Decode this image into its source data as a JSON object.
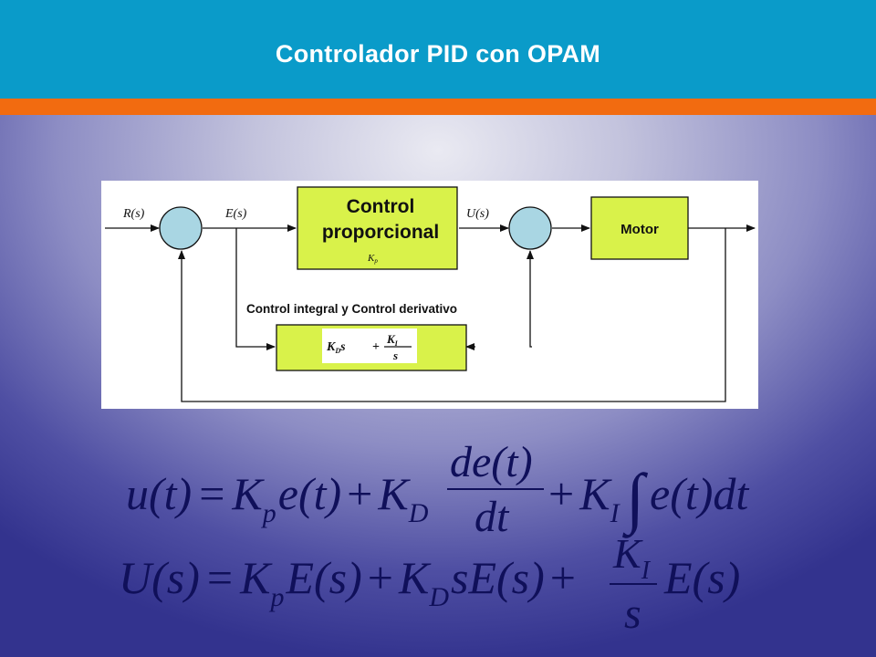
{
  "slide": {
    "title": "Controlador PID con OPAM",
    "colors": {
      "header": "#0a9bc9",
      "stripe": "#f26b10",
      "block_fill": "#d9f24a",
      "summer_fill": "#a9d6e3"
    }
  },
  "diagram": {
    "input_label": "R(s)",
    "error_label": "E(s)",
    "control_label": "U(s)",
    "proportional_block": {
      "line1": "Control",
      "line2": "proporcional",
      "gain": "K",
      "gain_sub": "p"
    },
    "motor_block": "Motor",
    "id_caption": "Control integral y Control derivativo",
    "id_block": {
      "kd": "K",
      "kd_sub": "D",
      "s": "s",
      "plus": "+",
      "ki": "K",
      "ki_sub": "I",
      "den": "s"
    }
  },
  "equations": {
    "time_domain": {
      "lhs": "u(t)",
      "eq": "=",
      "kp": "K",
      "kp_sub": "p",
      "e1": "e(t)",
      "plus1": "+",
      "kd": "K",
      "kd_sub": "D",
      "num": "de(t)",
      "den": "dt",
      "plus2": "+",
      "ki": "K",
      "ki_sub": "I",
      "integral": "∫",
      "integrand": "e(t)dt"
    },
    "laplace_domain": {
      "lhs": "U(s)",
      "eq": "=",
      "kp": "K",
      "kp_sub": "p",
      "e1": "E(s)",
      "plus1": "+",
      "kd": "K",
      "kd_sub": "D",
      "se": "sE(s)",
      "plus2": "+",
      "ki": "K",
      "ki_sub": "I",
      "den": "s",
      "e2": "E(s)"
    }
  }
}
